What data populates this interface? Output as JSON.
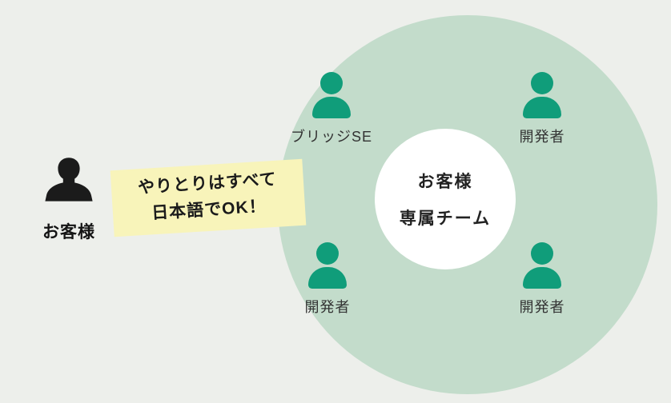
{
  "palette": {
    "background": "#edefeb",
    "team_circle": "#c3dccb",
    "inner_circle": "#ffffff",
    "member_icon": "#109d7a",
    "customer_icon": "#1b1b1b",
    "callout_background": "#f8f4ba",
    "text_dark": "#222222"
  },
  "customer": {
    "label": "お客様"
  },
  "callout": {
    "line1": "やりとりはすべて",
    "line2": "日本語でOK！"
  },
  "team": {
    "center_line1": "お客様",
    "center_line2": "専属チーム",
    "members": [
      {
        "label": "ブリッジSE",
        "position": "top-left"
      },
      {
        "label": "開発者",
        "position": "top-right"
      },
      {
        "label": "開発者",
        "position": "bottom-left"
      },
      {
        "label": "開発者",
        "position": "bottom-right"
      }
    ]
  }
}
